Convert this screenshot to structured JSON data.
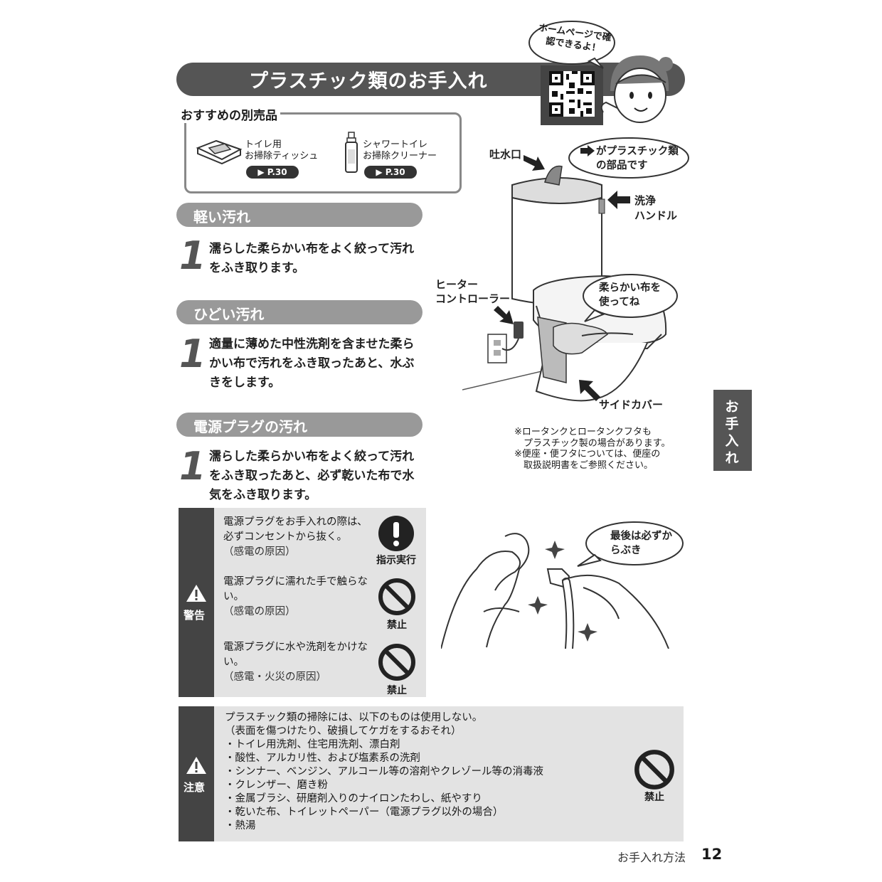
{
  "header": {
    "title": "プラスチック類のお手入れ",
    "speech": "ホームページで確認できるよ！"
  },
  "recommended": {
    "label": "おすすめの別売品",
    "items": [
      {
        "name": "トイレ用\nお掃除ティッシュ",
        "page": "▶ P.30"
      },
      {
        "name": "シャワートイレ\nお掃除クリーナー",
        "page": "▶ P.30"
      }
    ]
  },
  "sections": [
    {
      "title": "軽い汚れ",
      "step": "1",
      "text": "濡らした柔らかい布をよく絞って汚れをふき取ります。"
    },
    {
      "title": "ひどい汚れ",
      "step": "1",
      "text": "適量に薄めた中性洗剤を含ませた柔らかい布で汚れをふき取ったあと、水ぶきをします。"
    },
    {
      "title": "電源プラグの汚れ",
      "step": "1",
      "text": "濡らした柔らかい布をよく絞って汚れをふき取ったあと、必ず乾いた布で水気をふき取ります。"
    }
  ],
  "warning": {
    "label": "警告",
    "items": [
      {
        "text": "電源プラグをお手入れの際は､必ずコンセントから抜く。",
        "reason": "（感電の原因）",
        "symbol": "指示実行"
      },
      {
        "text": "電源プラグに濡れた手で触らない。",
        "reason": "（感電の原因）",
        "symbol": "禁止"
      },
      {
        "text": "電源プラグに水や洗剤をかけない。",
        "reason": "（感電・火災の原因）",
        "symbol": "禁止"
      }
    ]
  },
  "caution": {
    "label": "注意",
    "lines": [
      "プラスチック類の掃除には、以下のものは使用しない。",
      "（表面を傷つけたり、破損してケガをするおそれ）",
      "・トイレ用洗剤、住宅用洗剤、漂白剤",
      "・酸性、アルカリ性、および塩素系の洗剤",
      "・シンナー、ベンジン、アルコール等の溶剤やクレゾール等の消毒液",
      "・クレンザー、磨き粉",
      "・金属ブラシ、研磨剤入りのナイロンたわし、紙やすり",
      "・乾いた布、トイレットペーパー（電源プラグ以外の場合）",
      "・熱湯"
    ],
    "symbol": "禁止"
  },
  "illustration": {
    "spout": "吐水口",
    "plastic_note": "がプラスチック類の部品です",
    "handle": "洗浄\nハンドル",
    "heater": "ヒーター\nコントローラー",
    "soft_cloth": "柔らかい布を使ってね",
    "side_cover": "サイドカバー",
    "notes": [
      "※ロータンクとロータンクフタも",
      "　プラスチック製の場合があります。",
      "※便座・便フタについては、便座の",
      "　取扱説明書をご参照ください。"
    ],
    "dry_wipe": "最後は必ずからぶき"
  },
  "side_tab": "お手入れ",
  "footer": {
    "section": "お手入れ方法",
    "page": "12"
  }
}
